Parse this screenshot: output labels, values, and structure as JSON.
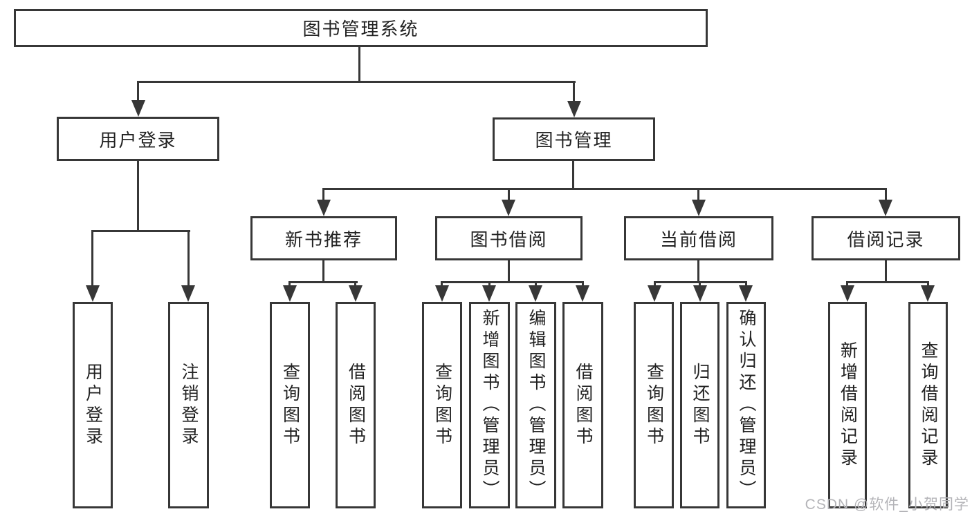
{
  "diagram_title": "图书管理系统",
  "colors": {
    "line": "#373737",
    "text": "#222222",
    "background": "#ffffff",
    "watermark": "#b4b4b8"
  },
  "tree": {
    "root": {
      "label": "图书管理系统"
    },
    "branches": [
      {
        "label": "用户登录",
        "children": [
          {
            "label": "用户登录"
          },
          {
            "label": "注销登录"
          }
        ]
      },
      {
        "label": "图书管理",
        "children": [
          {
            "label": "新书推荐",
            "children": [
              {
                "label": "查询图书"
              },
              {
                "label": "借阅图书"
              }
            ]
          },
          {
            "label": "图书借阅",
            "children": [
              {
                "label": "查询图书"
              },
              {
                "label": "新增图书（管理员）"
              },
              {
                "label": "编辑图书（管理员）"
              },
              {
                "label": "借阅图书"
              }
            ]
          },
          {
            "label": "当前借阅",
            "children": [
              {
                "label": "查询图书"
              },
              {
                "label": "归还图书"
              },
              {
                "label": "确认归还（管理员）"
              }
            ]
          },
          {
            "label": "借阅记录",
            "children": [
              {
                "label": "新增借阅记录"
              },
              {
                "label": "查询借阅记录"
              }
            ]
          }
        ]
      }
    ]
  },
  "watermark": {
    "text": "CSDN @软件_小贺同学"
  }
}
